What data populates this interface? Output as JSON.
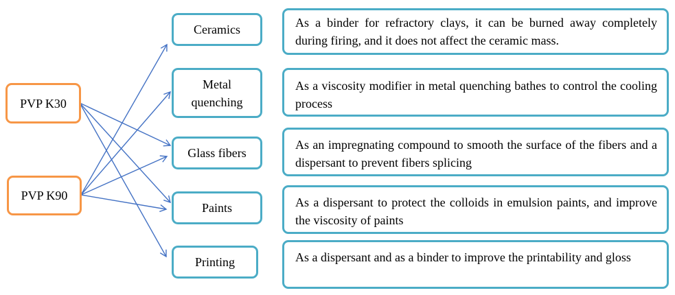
{
  "sources": [
    {
      "id": "k30",
      "label": "PVP K30"
    },
    {
      "id": "k90",
      "label": "PVP K90"
    }
  ],
  "applications": [
    {
      "id": "ceramics",
      "label_lines": [
        "Ceramics"
      ],
      "description": "As a binder for refractory clays, it can be burned away completely during firing, and it does not affect the ceramic mass."
    },
    {
      "id": "metal",
      "label_lines": [
        "Metal",
        "quenching"
      ],
      "description": "As a viscosity modifier in metal quenching bathes to control the cooling process"
    },
    {
      "id": "glass",
      "label_lines": [
        "Glass fibers"
      ],
      "description": "As an impregnating compound to smooth the surface of the fibers and a dispersant to prevent fibers splicing"
    },
    {
      "id": "paints",
      "label_lines": [
        "Paints"
      ],
      "description": "As a dispersant to protect the colloids in emulsion paints, and improve the viscosity of paints"
    },
    {
      "id": "printing",
      "label_lines": [
        "Printing"
      ],
      "description": "As a dispersant and as a binder to improve the printability and gloss"
    }
  ],
  "connections": [
    {
      "from": "k30",
      "to": "glass"
    },
    {
      "from": "k30",
      "to": "paints"
    },
    {
      "from": "k30",
      "to": "printing"
    },
    {
      "from": "k90",
      "to": "ceramics"
    },
    {
      "from": "k90",
      "to": "metal"
    },
    {
      "from": "k90",
      "to": "glass"
    },
    {
      "from": "k90",
      "to": "paints"
    }
  ],
  "colors": {
    "source_border": "#f79646",
    "application_border": "#4bacc6",
    "arrow": "#4472c4"
  }
}
